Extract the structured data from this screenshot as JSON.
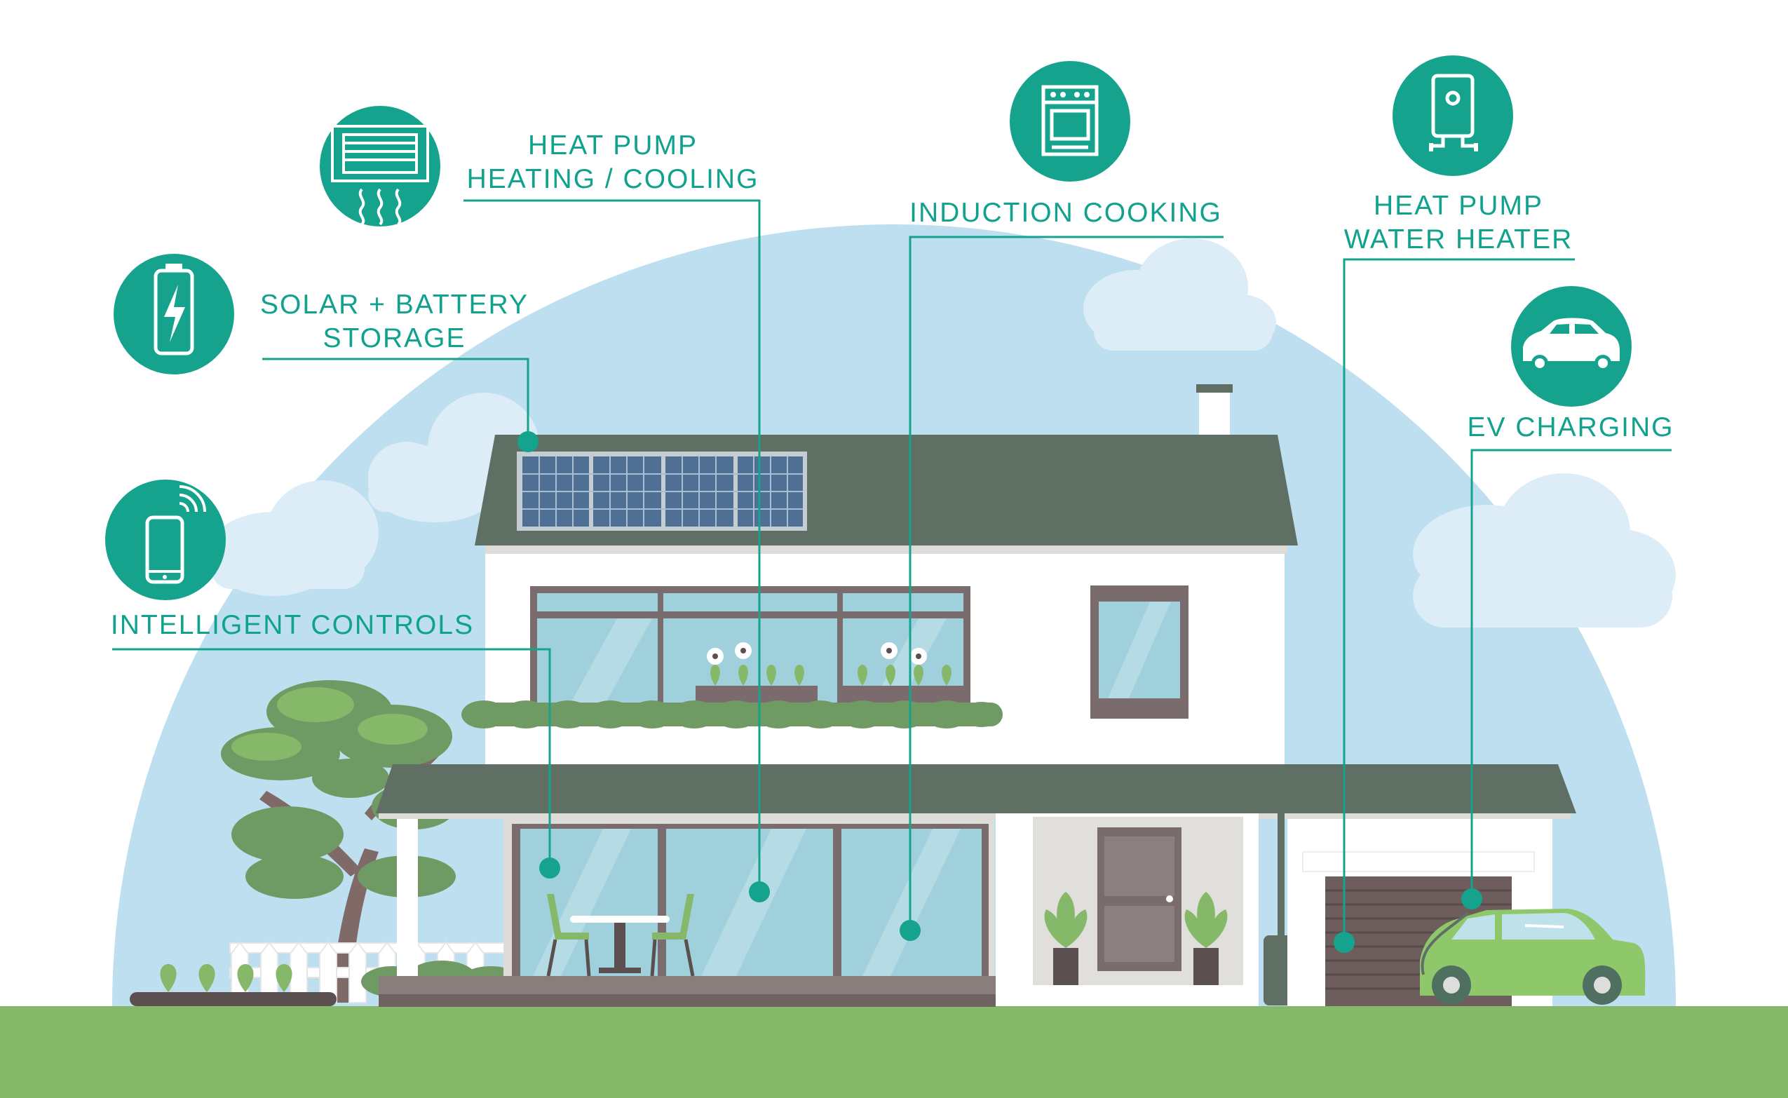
{
  "colors": {
    "accent": "#16a38e",
    "dome": "#bddff0",
    "cloud": "#dcedf7",
    "grass": "#86b86a",
    "roof": "#5f6f63",
    "wall": "#ffffff",
    "window_frame": "#7a6c6c",
    "glass": "#9fd0dc",
    "car": "#8ec86a"
  },
  "features": [
    {
      "id": "heat-pump-heating-cooling",
      "icon": "air-conditioner-icon",
      "lines": [
        "HEAT PUMP",
        "HEATING / COOLING"
      ]
    },
    {
      "id": "solar-battery-storage",
      "icon": "battery-icon",
      "lines": [
        "SOLAR + BATTERY",
        "STORAGE"
      ]
    },
    {
      "id": "intelligent-controls",
      "icon": "smartphone-icon",
      "lines": [
        "INTELLIGENT CONTROLS"
      ]
    },
    {
      "id": "induction-cooking",
      "icon": "stove-icon",
      "lines": [
        "INDUCTION COOKING"
      ]
    },
    {
      "id": "heat-pump-water-heater",
      "icon": "water-heater-icon",
      "lines": [
        "HEAT PUMP",
        "WATER HEATER"
      ]
    },
    {
      "id": "ev-charging",
      "icon": "electric-car-icon",
      "lines": [
        "EV CHARGING"
      ]
    }
  ]
}
